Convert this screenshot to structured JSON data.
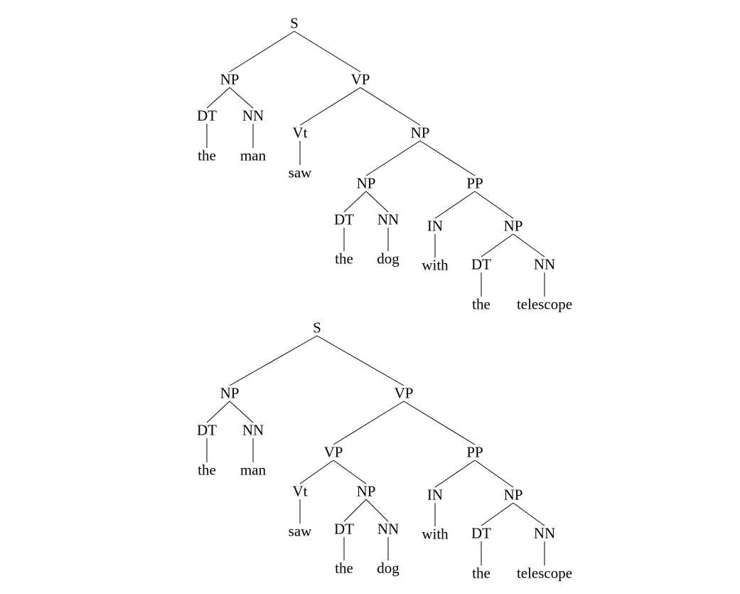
{
  "trees": [
    {
      "nodes": [
        {
          "id": "s",
          "label": "S"
        },
        {
          "id": "np1",
          "label": "NP"
        },
        {
          "id": "vp",
          "label": "VP"
        },
        {
          "id": "dt1",
          "label": "DT"
        },
        {
          "id": "nn1",
          "label": "NN"
        },
        {
          "id": "w_the1",
          "label": "the"
        },
        {
          "id": "w_man",
          "label": "man"
        },
        {
          "id": "vt",
          "label": "Vt"
        },
        {
          "id": "w_saw",
          "label": "saw"
        },
        {
          "id": "np2",
          "label": "NP"
        },
        {
          "id": "np3",
          "label": "NP"
        },
        {
          "id": "pp",
          "label": "PP"
        },
        {
          "id": "dt2",
          "label": "DT"
        },
        {
          "id": "nn2",
          "label": "NN"
        },
        {
          "id": "w_the2",
          "label": "the"
        },
        {
          "id": "w_dog",
          "label": "dog"
        },
        {
          "id": "in",
          "label": "IN"
        },
        {
          "id": "w_with",
          "label": "with"
        },
        {
          "id": "np4",
          "label": "NP"
        },
        {
          "id": "dt3",
          "label": "DT"
        },
        {
          "id": "nn3",
          "label": "NN"
        },
        {
          "id": "w_the3",
          "label": "the"
        },
        {
          "id": "w_telescope",
          "label": "telescope"
        }
      ],
      "edges": [
        [
          "s",
          "np1"
        ],
        [
          "s",
          "vp"
        ],
        [
          "np1",
          "dt1"
        ],
        [
          "np1",
          "nn1"
        ],
        [
          "dt1",
          "w_the1"
        ],
        [
          "nn1",
          "w_man"
        ],
        [
          "vp",
          "vt"
        ],
        [
          "vp",
          "np2"
        ],
        [
          "vt",
          "w_saw"
        ],
        [
          "np2",
          "np3"
        ],
        [
          "np2",
          "pp"
        ],
        [
          "np3",
          "dt2"
        ],
        [
          "np3",
          "nn2"
        ],
        [
          "dt2",
          "w_the2"
        ],
        [
          "nn2",
          "w_dog"
        ],
        [
          "pp",
          "in"
        ],
        [
          "pp",
          "np4"
        ],
        [
          "in",
          "w_with"
        ],
        [
          "np4",
          "dt3"
        ],
        [
          "np4",
          "nn3"
        ],
        [
          "dt3",
          "w_the3"
        ],
        [
          "nn3",
          "w_telescope"
        ]
      ]
    },
    {
      "nodes": [
        {
          "id": "s",
          "label": "S"
        },
        {
          "id": "np1",
          "label": "NP"
        },
        {
          "id": "vp1",
          "label": "VP"
        },
        {
          "id": "dt1",
          "label": "DT"
        },
        {
          "id": "nn1",
          "label": "NN"
        },
        {
          "id": "w_the1",
          "label": "the"
        },
        {
          "id": "w_man",
          "label": "man"
        },
        {
          "id": "vp2",
          "label": "VP"
        },
        {
          "id": "pp",
          "label": "PP"
        },
        {
          "id": "vt",
          "label": "Vt"
        },
        {
          "id": "np2",
          "label": "NP"
        },
        {
          "id": "w_saw",
          "label": "saw"
        },
        {
          "id": "dt2",
          "label": "DT"
        },
        {
          "id": "nn2",
          "label": "NN"
        },
        {
          "id": "w_the2",
          "label": "the"
        },
        {
          "id": "w_dog",
          "label": "dog"
        },
        {
          "id": "in",
          "label": "IN"
        },
        {
          "id": "w_with",
          "label": "with"
        },
        {
          "id": "np3",
          "label": "NP"
        },
        {
          "id": "dt3",
          "label": "DT"
        },
        {
          "id": "nn3",
          "label": "NN"
        },
        {
          "id": "w_the3",
          "label": "the"
        },
        {
          "id": "w_telescope",
          "label": "telescope"
        }
      ],
      "edges": [
        [
          "s",
          "np1"
        ],
        [
          "s",
          "vp1"
        ],
        [
          "np1",
          "dt1"
        ],
        [
          "np1",
          "nn1"
        ],
        [
          "dt1",
          "w_the1"
        ],
        [
          "nn1",
          "w_man"
        ],
        [
          "vp1",
          "vp2"
        ],
        [
          "vp1",
          "pp"
        ],
        [
          "vp2",
          "vt"
        ],
        [
          "vp2",
          "np2"
        ],
        [
          "vt",
          "w_saw"
        ],
        [
          "np2",
          "dt2"
        ],
        [
          "np2",
          "nn2"
        ],
        [
          "dt2",
          "w_the2"
        ],
        [
          "nn2",
          "w_dog"
        ],
        [
          "pp",
          "in"
        ],
        [
          "pp",
          "np3"
        ],
        [
          "in",
          "w_with"
        ],
        [
          "np3",
          "dt3"
        ],
        [
          "np3",
          "nn3"
        ],
        [
          "dt3",
          "w_the3"
        ],
        [
          "nn3",
          "w_telescope"
        ]
      ]
    }
  ]
}
